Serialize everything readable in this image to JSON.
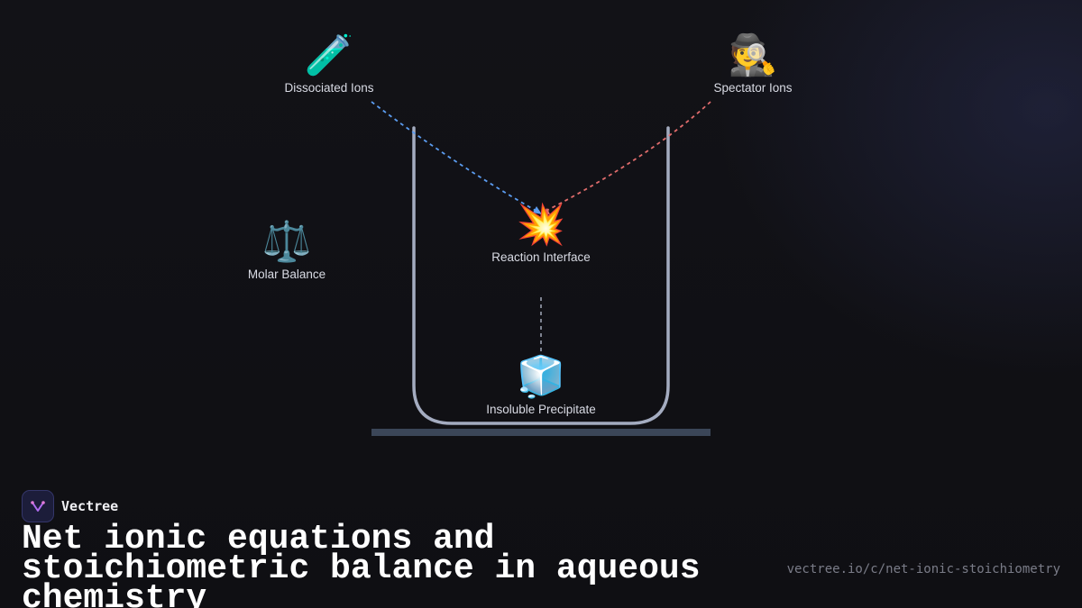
{
  "nodes": {
    "dissociated_ions": {
      "emoji": "🧪",
      "label": "Dissociated Ions"
    },
    "spectator_ions": {
      "emoji": "🕵️",
      "label": "Spectator Ions"
    },
    "molar_balance": {
      "emoji": "⚖️",
      "label": "Molar Balance"
    },
    "reaction_interface": {
      "emoji": "💥",
      "label": "Reaction Interface"
    },
    "insoluble_precipitate": {
      "emoji": "🧊",
      "label": "Insoluble Precipitate"
    }
  },
  "colors": {
    "blue_link": "#5b9cf0",
    "red_link": "#e06c6c",
    "gray_link": "#9aa0b0",
    "beaker": "#a4acc0",
    "base": "#3b4658"
  },
  "brand": {
    "name": "Vectree"
  },
  "title": "Net ionic equations and stoichiometric balance in aqueous chemistry",
  "url": "vectree.io/c/net-ionic-stoichiometry"
}
